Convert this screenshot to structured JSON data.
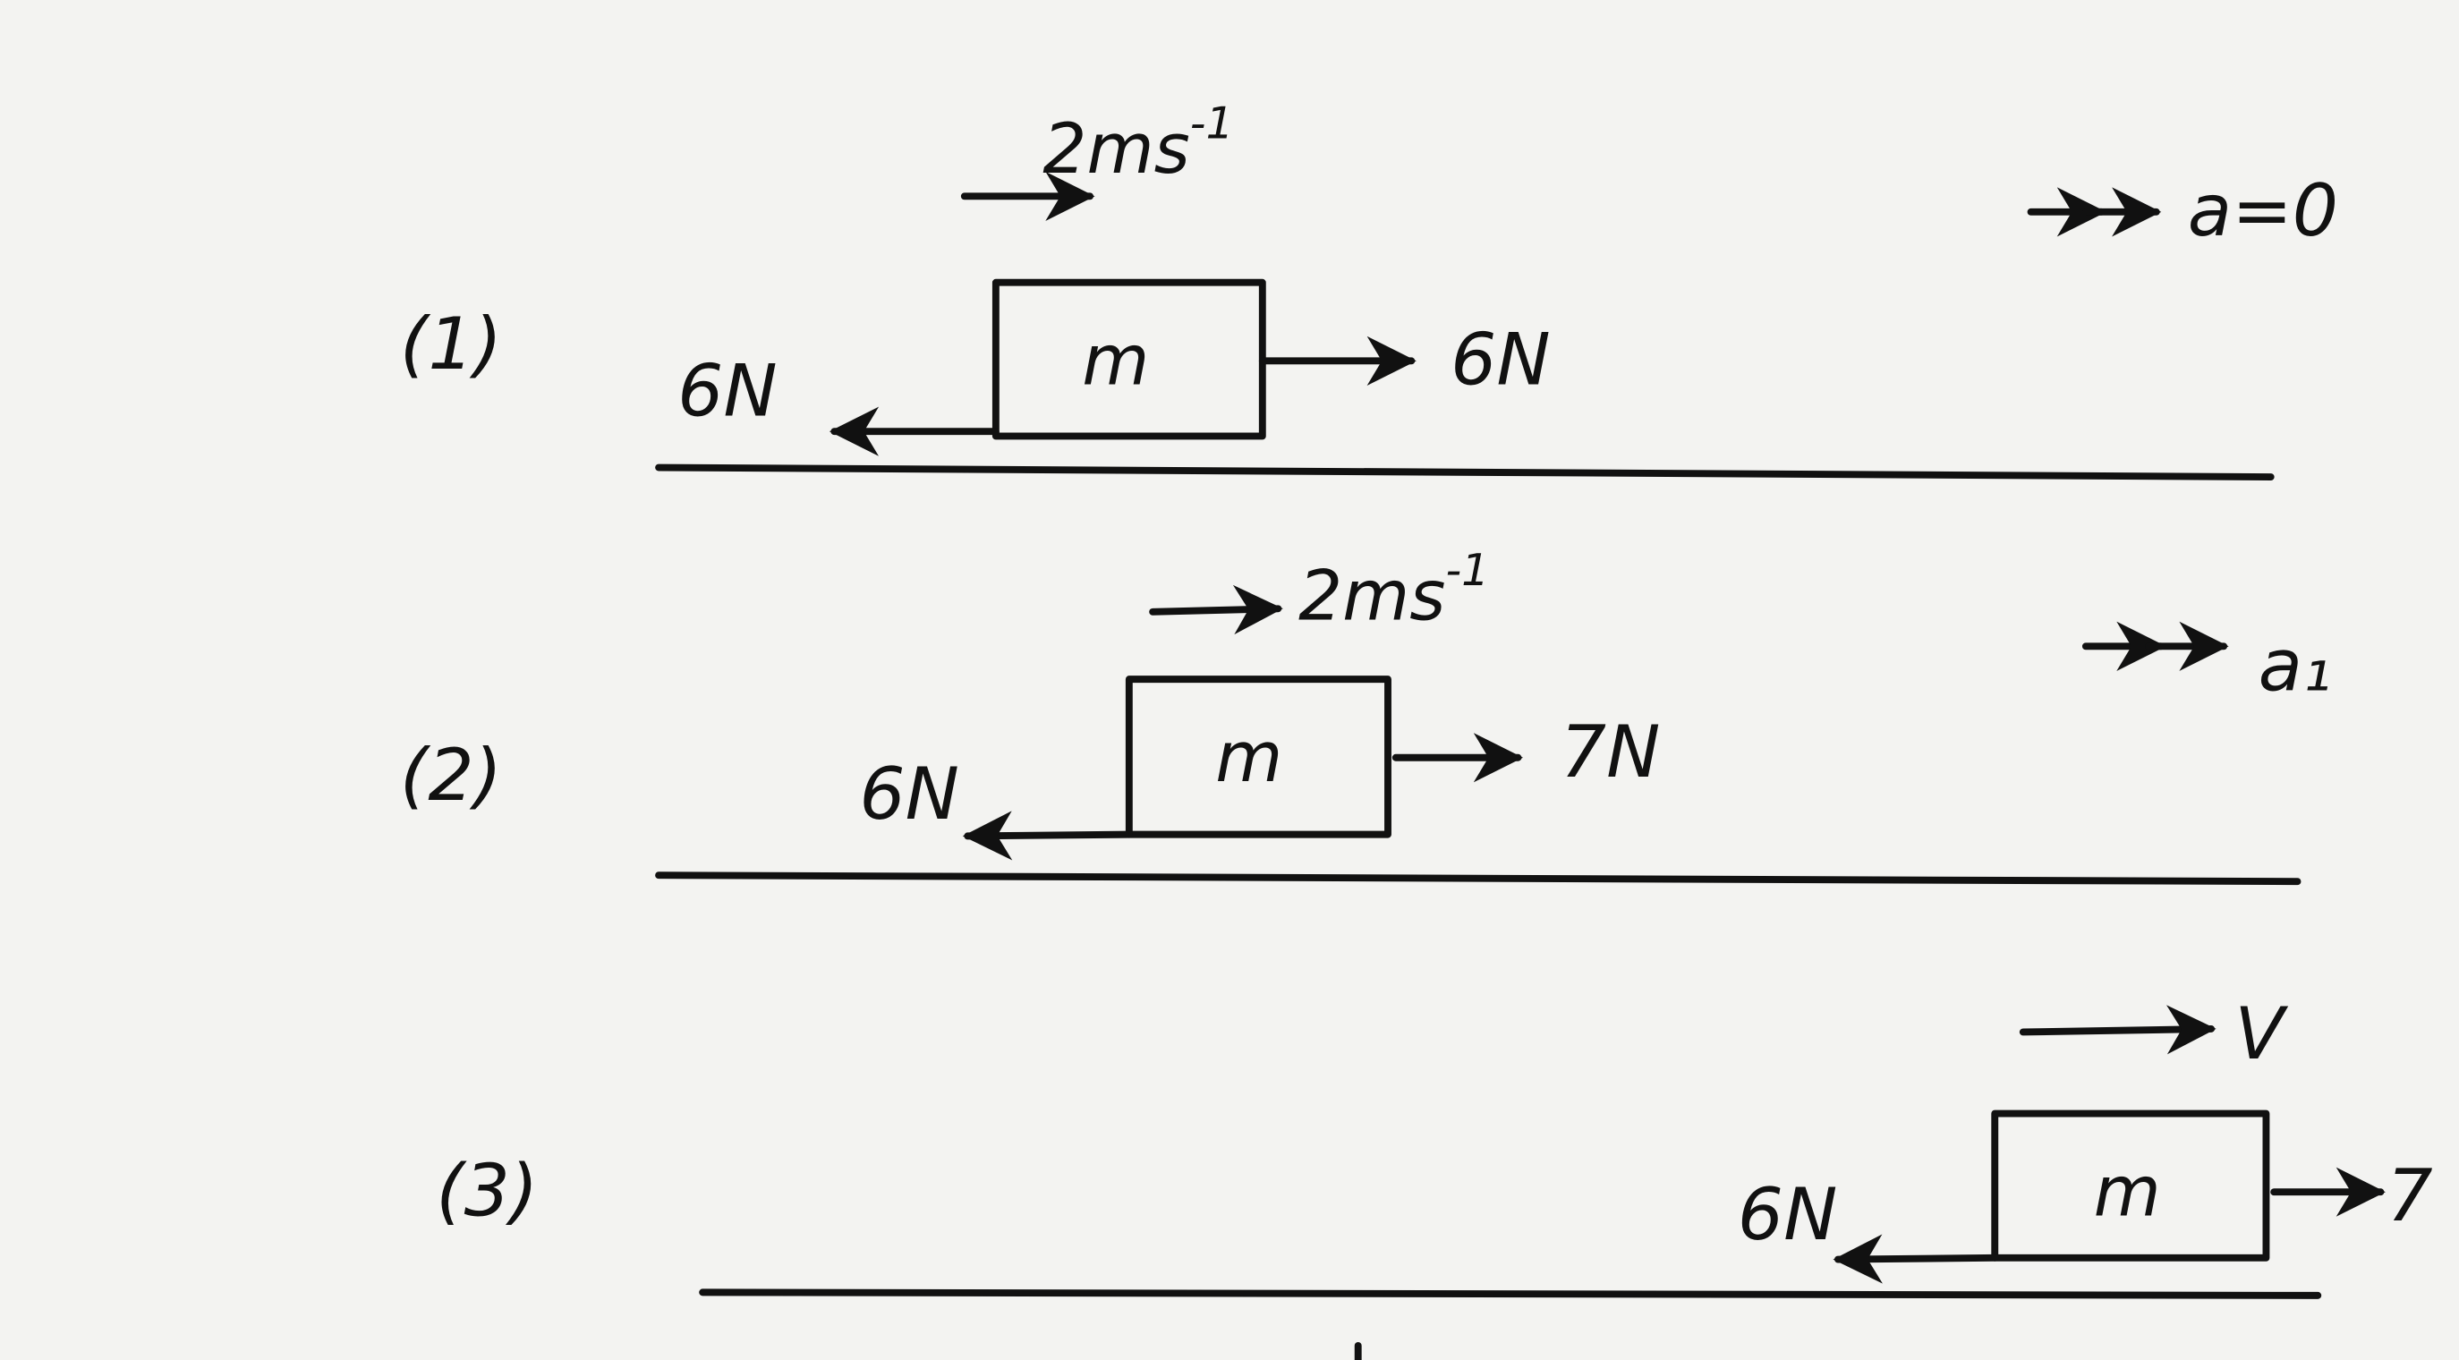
{
  "scenarios": [
    {
      "label": "(1)",
      "mass": "m",
      "velocity": {
        "value": "2ms",
        "exponent": "-1"
      },
      "acceleration": "a=0",
      "right_force": "6N",
      "left_force": "6N"
    },
    {
      "label": "(2)",
      "mass": "m",
      "velocity": {
        "value": "2ms",
        "exponent": "-1"
      },
      "acceleration": "a₁",
      "right_force": "7N",
      "left_force": "6N"
    },
    {
      "label": "(3)",
      "mass": "m",
      "velocity": {
        "value": "V"
      },
      "right_force": "7",
      "left_force": "6N"
    }
  ],
  "colors": {
    "ink": "#111111",
    "paper": "#f3f3f1"
  }
}
